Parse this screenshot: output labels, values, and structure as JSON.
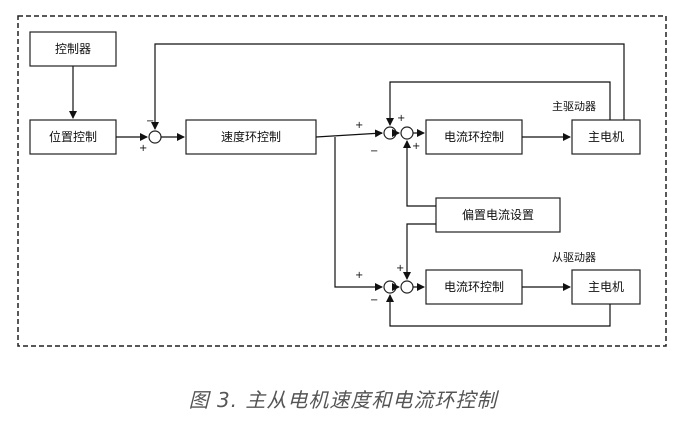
{
  "blocks": {
    "controller": "控制器",
    "position_control": "位置控制",
    "speed_loop": "速度环控制",
    "current_loop_master": "电流环控制",
    "motor_master": "主电机",
    "bias_current": "偏置电流设置",
    "current_loop_slave": "电流环控制",
    "motor_slave": "主电机"
  },
  "labels": {
    "master_driver": "主驱动器",
    "slave_driver": "从驱动器"
  },
  "signs": {
    "s1_top": "−",
    "s1_left": "+",
    "s2_left": "+",
    "s2_bottom": "−",
    "s3_top": "+",
    "s4_top": "+",
    "s4_left": "+",
    "s4_bottom": "−",
    "s5_top": "+"
  },
  "caption": "图 3. 主从电机速度和电流环控制"
}
